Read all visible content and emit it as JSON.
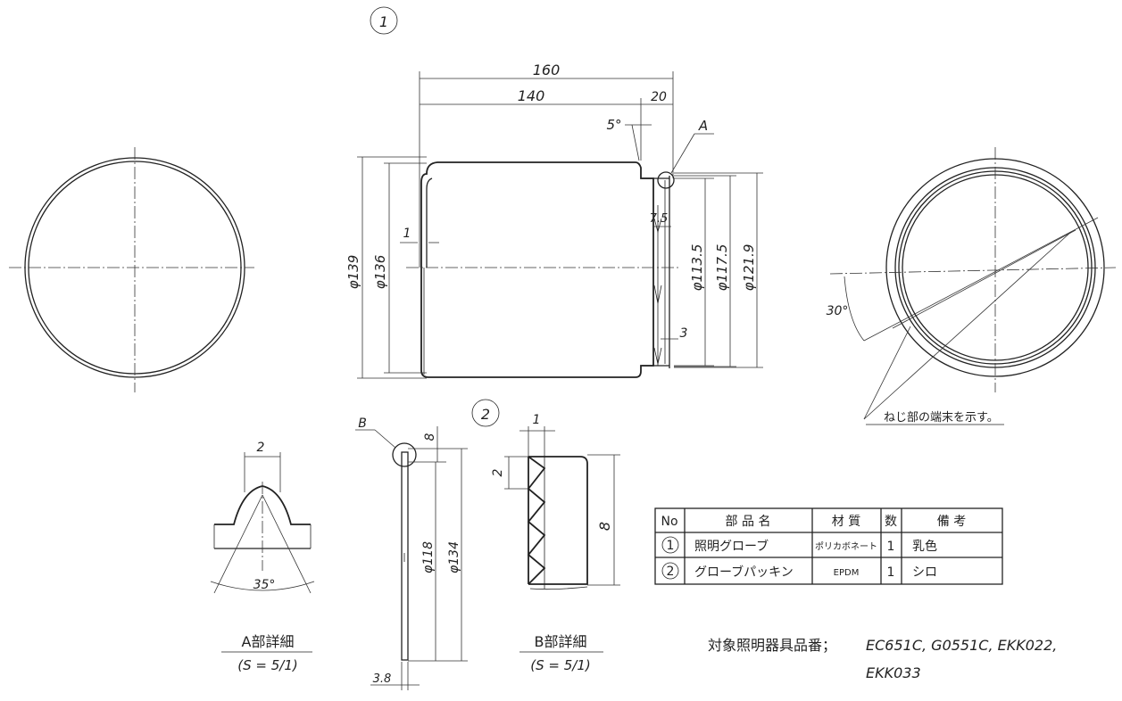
{
  "part_numbers": {
    "p1": "1",
    "p2": "2"
  },
  "dims_main": {
    "len_total": "160",
    "len_body": "140",
    "len_neck": "20",
    "angle_5": "5°",
    "wall_1": "1",
    "d139": "φ139",
    "d136": "φ136",
    "thread_pitch": "7.5",
    "d113": "φ113.5",
    "d117": "φ117.5",
    "d121": "φ121.9",
    "thread_3": "3",
    "label_a": "A"
  },
  "right_view": {
    "angle": "30°",
    "note": "ねじ部の端末を示す。"
  },
  "detail_a": {
    "dim_2": "2",
    "angle_35": "35°",
    "title": "A部詳細",
    "scale": "(S = 5/1)"
  },
  "packing": {
    "label_b": "B",
    "dim_8": "8",
    "d118": "φ118",
    "d134": "φ134",
    "thick": "3.8"
  },
  "detail_b": {
    "dim_1": "1",
    "dim_2": "2",
    "dim_8": "8",
    "title": "B部詳細",
    "scale": "(S = 5/1)"
  },
  "parts_table": {
    "headers": [
      "No",
      "部 品 名",
      "材 質",
      "数",
      "備 考"
    ],
    "rows": [
      {
        "no": "1",
        "name": "照明グローブ",
        "material": "ポリカボネート",
        "qty": "1",
        "note": "乳色"
      },
      {
        "no": "2",
        "name": "グローブパッキン",
        "material": "EPDM",
        "qty": "1",
        "note": "シロ"
      }
    ]
  },
  "target": {
    "label": "対象照明器具品番；",
    "line1": "EC651C, G0551C, EKK022,",
    "line2": "EKK033"
  }
}
